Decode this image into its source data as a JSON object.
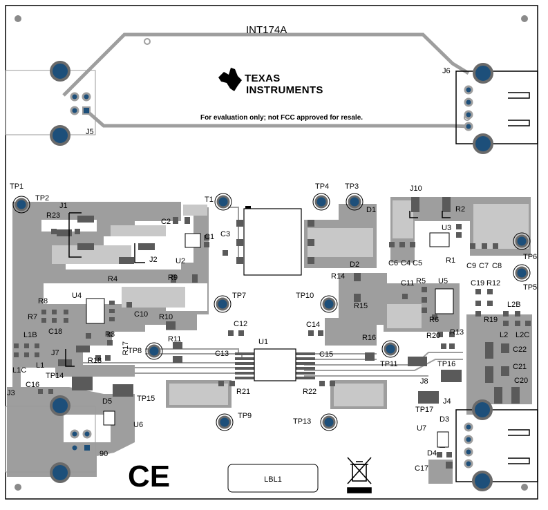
{
  "board": {
    "name": "INT174A",
    "brand": {
      "line1": "Texas",
      "line2": "Instruments"
    },
    "notice": "For evaluation only; not FCC approved for resale.",
    "label_box": "LBL1",
    "ce_mark": "CE",
    "weee_icon": "crossed-out-bin-icon"
  },
  "colors": {
    "copper": "#9e9e9e",
    "copper_light": "#c8c8c8",
    "pad": "#5a5a5a",
    "via": "#1d4f7a",
    "outline": "#000000"
  },
  "designators": {
    "TP1": "TP1",
    "TP2": "TP2",
    "TP3": "TP3",
    "TP4": "TP4",
    "TP5": "TP5",
    "TP6": "TP6",
    "TP7": "TP7",
    "TP8": "TP8",
    "TP9": "TP9",
    "TP10": "TP10",
    "TP11": "TP11",
    "TP13": "TP13",
    "TP14": "TP14",
    "TP15": "TP15",
    "TP16": "TP16",
    "TP17": "TP17",
    "J1": "J1",
    "J2": "J2",
    "J3": "J3",
    "J4": "J4",
    "J5": "J5",
    "J6": "J6",
    "J7": "J7",
    "J8": "J8",
    "J10": "J10",
    "T1": "T1",
    "U1": "U1",
    "U2": "U2",
    "U3": "U3",
    "U4": "U4",
    "U5": "U5",
    "U6": "U6",
    "U7": "U7",
    "D1": "D1",
    "D2": "D2",
    "D3": "D3",
    "D4": "D4",
    "D5": "D5",
    "C1": "C1",
    "C2": "C2",
    "C3": "C3",
    "C4": "C4",
    "C5": "C5",
    "C6": "C6",
    "C7": "C7",
    "C8": "C8",
    "C9": "C9",
    "C10": "C10",
    "C11": "C11",
    "C12": "C12",
    "C13": "C13",
    "C14": "C14",
    "C15": "C15",
    "C16": "C16",
    "C17": "C17",
    "C18": "C18",
    "C19": "C19",
    "C20": "C20",
    "C21": "C21",
    "C22": "C22",
    "R1": "R1",
    "R2": "R2",
    "R3": "R3",
    "R4": "R4",
    "R5": "R5",
    "R6": "R6",
    "R7": "R7",
    "R8": "R8",
    "R9": "R9",
    "R10": "R10",
    "R11": "R11",
    "R12": "R12",
    "R13": "R13",
    "R14": "R14",
    "R15": "R15",
    "R16": "R16",
    "R17": "R17",
    "R18": "R18",
    "R19": "R19",
    "R20": "R20",
    "R21": "R21",
    "R22": "R22",
    "R23": "R23",
    "L1": "L1",
    "L1B": "L1B",
    "L1C": "L1C",
    "L2": "L2",
    "L2B": "L2B",
    "L2C": "L2C",
    "mark90": "90"
  }
}
